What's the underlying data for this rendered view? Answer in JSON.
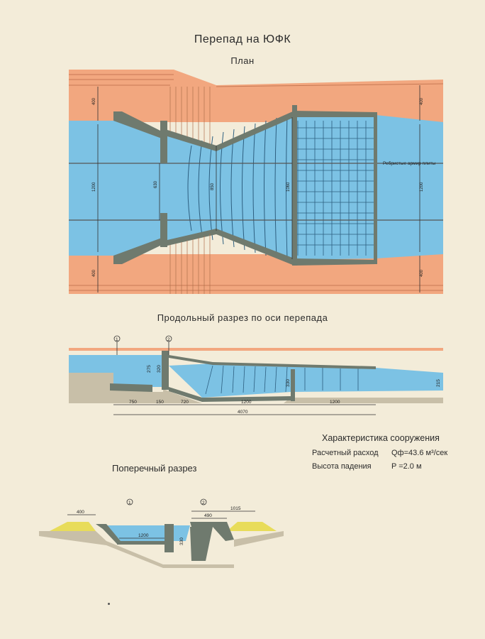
{
  "title": "Перепад на ЮФК",
  "plan": {
    "title": "План",
    "dims": [
      "400",
      "1200",
      "400",
      "630",
      "850",
      "1060",
      "1200",
      "400",
      "400"
    ],
    "note": "Ребристые армир плиты"
  },
  "longitudinal": {
    "title": "Продольный разрез по оси перепада",
    "markers": [
      "1",
      "2"
    ],
    "dims": [
      "750",
      "150",
      "720",
      "1200",
      "1200",
      "4070"
    ],
    "depths": [
      "275",
      "320",
      "330",
      "215"
    ]
  },
  "cross": {
    "title": "Поперечный разрез",
    "markers": [
      "1",
      "2"
    ],
    "dims": [
      "400",
      "1200",
      "330",
      "490",
      "1015"
    ]
  },
  "characteristics": {
    "title": "Характеристика сооружения",
    "rows": [
      {
        "label": "Расчетный расход",
        "value": "Qф=43.6 м³/сек"
      },
      {
        "label": "Высота падения",
        "value": "P =2.0 м"
      }
    ]
  },
  "colors": {
    "paper": "#f3ecd9",
    "water": "#7cc2e4",
    "bank": "#f2a77f",
    "concrete": "#6f7a6e",
    "soil": "#c8bfa8",
    "fill": "#e8dc5a"
  }
}
